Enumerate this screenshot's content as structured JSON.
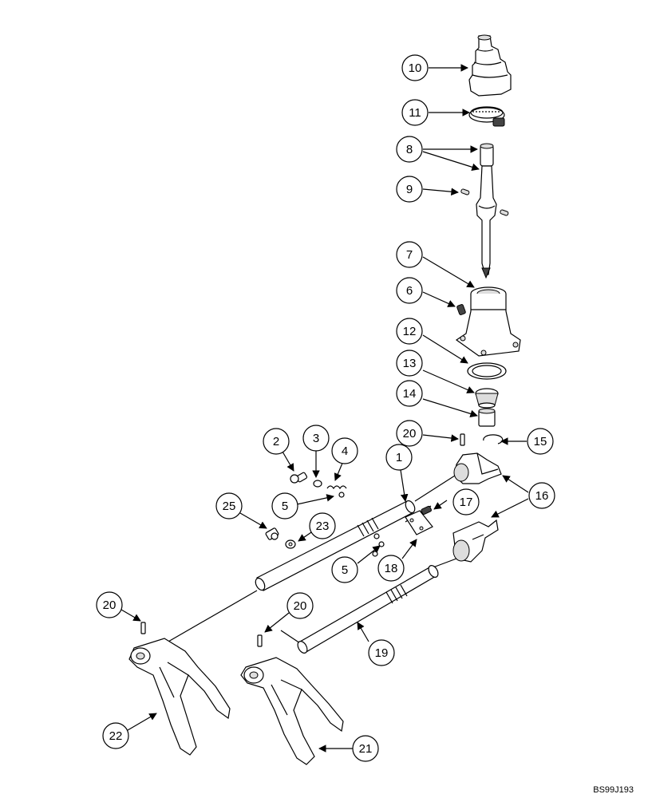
{
  "reference_code": "BS99J193",
  "callouts": [
    {
      "id": "c10",
      "label": "10"
    },
    {
      "id": "c11",
      "label": "11"
    },
    {
      "id": "c8",
      "label": "8"
    },
    {
      "id": "c9",
      "label": "9"
    },
    {
      "id": "c7",
      "label": "7"
    },
    {
      "id": "c6",
      "label": "6"
    },
    {
      "id": "c12",
      "label": "12"
    },
    {
      "id": "c13",
      "label": "13"
    },
    {
      "id": "c14",
      "label": "14"
    },
    {
      "id": "c20a",
      "label": "20"
    },
    {
      "id": "c15",
      "label": "15"
    },
    {
      "id": "c2",
      "label": "2"
    },
    {
      "id": "c3",
      "label": "3"
    },
    {
      "id": "c4",
      "label": "4"
    },
    {
      "id": "c1",
      "label": "1"
    },
    {
      "id": "c16",
      "label": "16"
    },
    {
      "id": "c25",
      "label": "25"
    },
    {
      "id": "c5a",
      "label": "5"
    },
    {
      "id": "c17",
      "label": "17"
    },
    {
      "id": "c23",
      "label": "23"
    },
    {
      "id": "c5b",
      "label": "5"
    },
    {
      "id": "c18",
      "label": "18"
    },
    {
      "id": "c20b",
      "label": "20"
    },
    {
      "id": "c20c",
      "label": "20"
    },
    {
      "id": "c19",
      "label": "19"
    },
    {
      "id": "c22",
      "label": "22"
    },
    {
      "id": "c21",
      "label": "21"
    }
  ]
}
